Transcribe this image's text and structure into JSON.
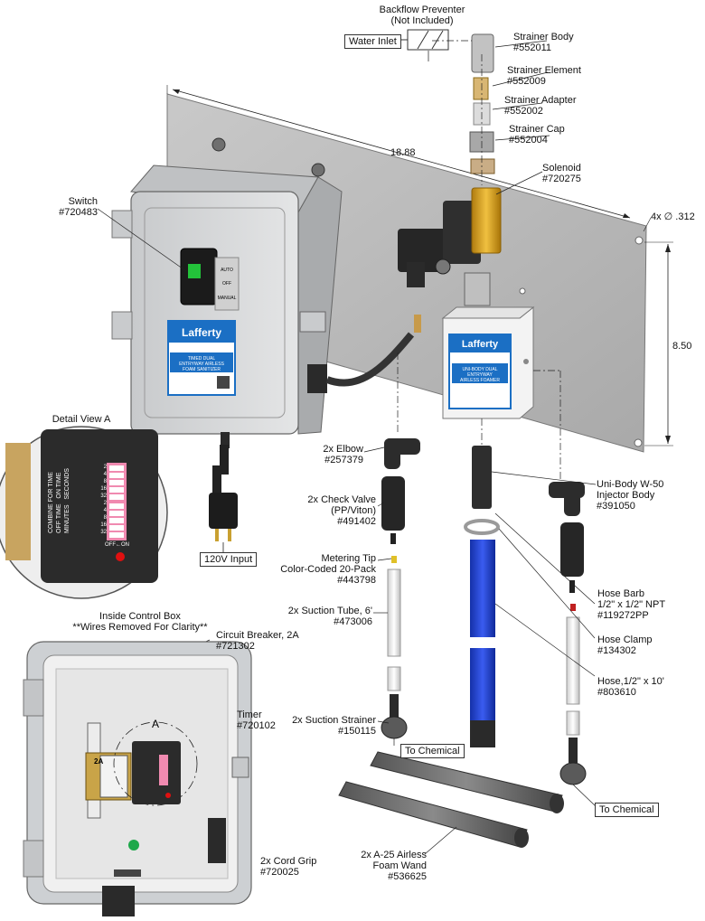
{
  "top": {
    "backflow": [
      "Backflow Preventer",
      "(Not Included)"
    ],
    "water_inlet": "Water Inlet"
  },
  "parts": {
    "strainer_body": [
      "Strainer Body",
      "#552011"
    ],
    "strainer_element": [
      "Strainer Element",
      "#552009"
    ],
    "strainer_adapter": [
      "Strainer Adapter",
      "#552002"
    ],
    "strainer_cap": [
      "Strainer Cap",
      "#552004"
    ],
    "solenoid": [
      "Solenoid",
      "#720275"
    ],
    "switch": [
      "Switch",
      "#720483"
    ],
    "elbow": [
      "2x Elbow",
      "#257379"
    ],
    "check_valve": [
      "2x Check Valve",
      "(PP/Viton)",
      "#491402"
    ],
    "metering_tip": [
      "Metering Tip",
      "Color-Coded 20-Pack",
      "#443798"
    ],
    "suction_tube": [
      "2x Suction Tube, 6'",
      "#473006"
    ],
    "suction_strainer": [
      "2x Suction Strainer",
      "#150115"
    ],
    "injector_body": [
      "Uni-Body W-50",
      "Injector Body",
      "#391050"
    ],
    "hose_barb": [
      "Hose Barb",
      "1/2\" x 1/2\" NPT",
      "#119272PP"
    ],
    "hose_clamp": [
      "Hose Clamp",
      "#134302"
    ],
    "hose": [
      "Hose,1/2\" x 10'",
      "#803610"
    ],
    "foam_wand": [
      "2x A-25 Airless",
      "Foam Wand",
      "#536625"
    ],
    "circuit_breaker": [
      "Circuit Breaker, 2A",
      "#721302"
    ],
    "timer": [
      "Timer",
      "#720102"
    ],
    "cord_grip": [
      "2x Cord Grip",
      "#720025"
    ]
  },
  "dims": {
    "width": "18.88",
    "height": "8.50",
    "holes": "4x ∅ .312"
  },
  "callouts": {
    "input_120v": "120V Input",
    "to_chemical_1": "To Chemical",
    "to_chemical_2": "To Chemical"
  },
  "detail": {
    "title": "Detail View A",
    "rows": [
      "COMBINE FOR TIME",
      "OFF TIME",
      "ON TIME",
      "MINUTES",
      "SECONDS"
    ],
    "dip_numbers": [
      "2",
      "4",
      "8",
      "16",
      "32",
      "2",
      "4",
      "8",
      "16",
      "32"
    ],
    "off_on": "OFF←ON"
  },
  "inside_box": {
    "title": [
      "Inside Control Box",
      "**Wires Removed For Clarity**"
    ],
    "breaker_label": "2A",
    "section_letter": "A"
  },
  "control_box": {
    "switch_labels": [
      "AUTO",
      "OFF",
      "MANUAL"
    ],
    "brand": "Lafferty",
    "product": [
      "TIMED DUAL",
      "ENTRYWAY AIRLESS",
      "FOAM SANITIZER"
    ]
  },
  "foamer": {
    "brand": "Lafferty",
    "product": [
      "UNI-BODY DUAL",
      "ENTRYWAY",
      "AIRLESS FOAMER"
    ]
  },
  "colors": {
    "plate": "#b8b8b8",
    "box": "#d4d6d8",
    "hose_blue": "#1f3fd6",
    "brass": "#d9a528",
    "solenoid": "#2a2a2a",
    "label_blue": "#1b6fc4"
  }
}
